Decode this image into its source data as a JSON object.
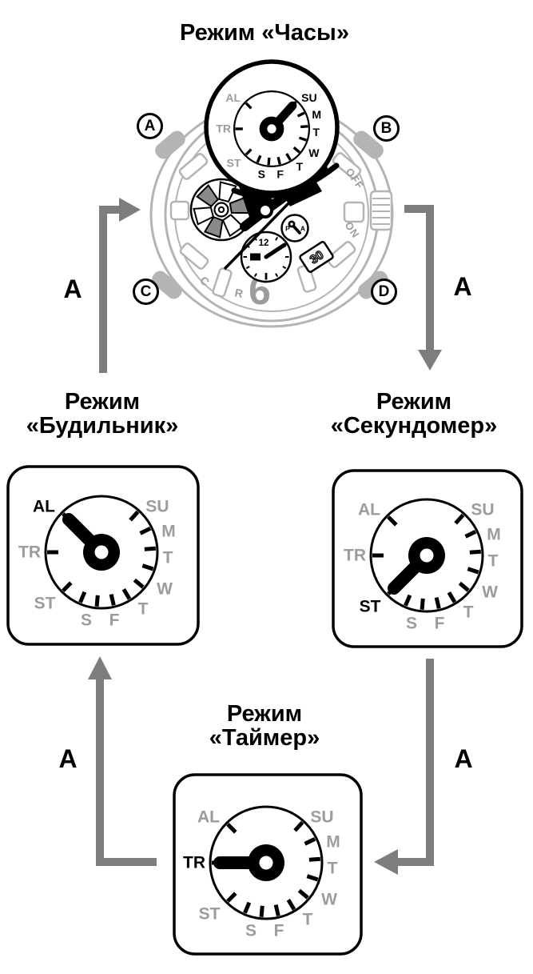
{
  "colors": {
    "ink": "#000000",
    "case_gray": "#b4b4b4",
    "arrow_gray": "#7d7d7d",
    "muted_gray": "#9c9c9c",
    "blade_gray": "#8a8a8a"
  },
  "clock_mode": {
    "title": "Режим «Часы»"
  },
  "alarm_mode": {
    "title_line1": "Режим",
    "title_line2": "«Будильник»"
  },
  "stopwatch_mode": {
    "title_line1": "Режим",
    "title_line2": "«Секундомер»"
  },
  "timer_mode": {
    "title_line1": "Режим",
    "title_line2": "«Таймер»"
  },
  "watch": {
    "buttons": [
      {
        "label": "A"
      },
      {
        "label": "B"
      },
      {
        "label": "C"
      },
      {
        "label": "D"
      }
    ],
    "crown": {
      "off_label": "OFF",
      "on_label": "ON"
    },
    "date_window_value": "30",
    "dial_numeral_6": "6",
    "subdial_numeral_12": "12",
    "ampm_subdial": {
      "p_label": "P",
      "a_label": "A"
    },
    "chrono_letters": {
      "c_label": "C",
      "r_label": "R"
    }
  },
  "subdial_labels": {
    "modes": [
      "AL",
      "TR",
      "ST"
    ],
    "days": [
      "SU",
      "M",
      "T",
      "W",
      "T",
      "F",
      "S"
    ]
  },
  "dials": {
    "clock_magnified": {
      "hand_points_to": "SU",
      "dark_mode_labels": [],
      "days_dark": true
    },
    "alarm": {
      "hand_points_to": "AL",
      "dark_mode_labels": [
        "AL"
      ],
      "days_dark": false
    },
    "stopwatch": {
      "hand_points_to": "ST",
      "dark_mode_labels": [
        "ST"
      ],
      "days_dark": false
    },
    "timer": {
      "hand_points_to": "TR",
      "dark_mode_labels": [
        "TR"
      ],
      "days_dark": false
    }
  },
  "transition_arrows": [
    {
      "label": "A",
      "from": "alarm",
      "to": "clock"
    },
    {
      "label": "A",
      "from": "clock",
      "to": "stopwatch"
    },
    {
      "label": "A",
      "from": "stopwatch",
      "to": "timer"
    },
    {
      "label": "A",
      "from": "timer",
      "to": "alarm"
    }
  ]
}
